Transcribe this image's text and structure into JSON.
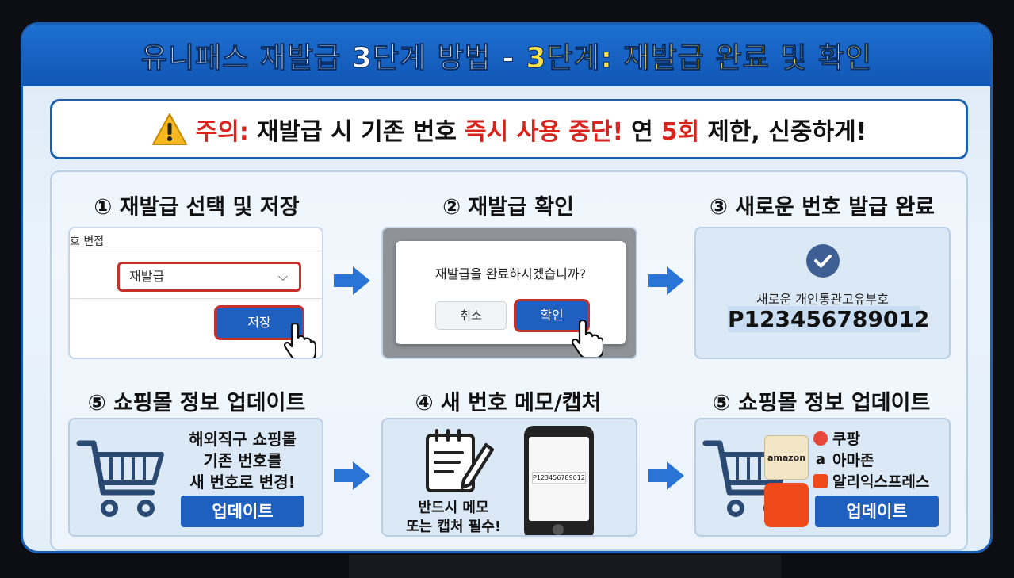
{
  "banner": {
    "title_main": "유니패스 재발급 3단계 방법 -",
    "title_highlight": "3단계: 재발급 완료 및 확인"
  },
  "warning": {
    "label": "주의:",
    "text1": "재발급 시 기존 번호",
    "text_red1": "즉시 사용 중단!",
    "text2": "연",
    "text_red2": "5회",
    "text3": "제한, 신중하게!"
  },
  "steps": {
    "step1": {
      "title": "① 재발급 선택 및 저장",
      "row_label": "호 변접",
      "select_value": "재발급",
      "save_button": "저장"
    },
    "step2": {
      "title": "② 재발급 확인",
      "question": "재발급을 완료하시겠습니까?",
      "cancel_button": "취소",
      "confirm_button": "확인"
    },
    "step3": {
      "title": "③ 새로운 번호 발급 완료",
      "label": "새로운 개인통관고유부호",
      "number": "P123456789012"
    },
    "step5_left": {
      "title": "⑤ 쇼핑몰 정보 업데이트",
      "line1": "해외직구 쇼핑몰",
      "line2": "기존 번호를",
      "line3": "새 번호로 변경!",
      "button": "업데이트"
    },
    "step4": {
      "title": "④ 새 번호 메모/캡처",
      "phone_number": "P123456789012",
      "line1": "반드시 메모",
      "line2": "또는 캡처 필수!"
    },
    "step5_right": {
      "title": "⑤ 쇼핑몰 정보 업데이트",
      "shops": [
        "쿠팡",
        "아마존",
        "알리익스프레스"
      ],
      "amazon_logo": "amazon",
      "button": "업데이트"
    }
  },
  "colors": {
    "banner_blue": "#1156b4",
    "highlight_yellow": "#ffe14a",
    "warning_red": "#d9231d",
    "button_blue": "#1f5fc0",
    "selection_red": "#c8302b"
  }
}
